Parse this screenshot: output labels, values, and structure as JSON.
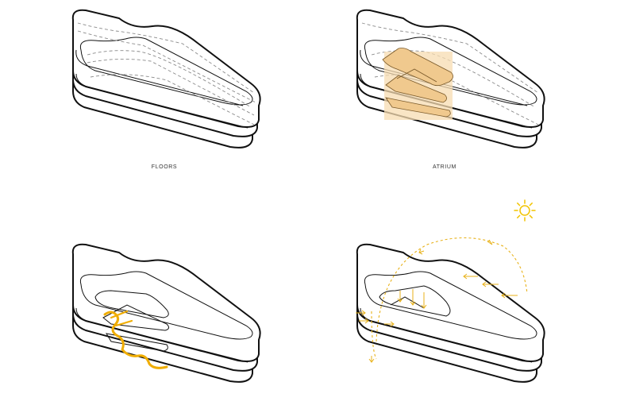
{
  "panels": [
    {
      "id": "floors",
      "caption": "FLOORS"
    },
    {
      "id": "atrium",
      "caption": "ATRIUM"
    },
    {
      "id": "circulation",
      "caption": ""
    },
    {
      "id": "environment",
      "caption": ""
    }
  ],
  "colors": {
    "outline": "#111111",
    "hidden_line": "#8a8a8a",
    "atrium_fill": "#f7dcb2",
    "atrium_fill_dark": "#f0c98e",
    "atrium_edge": "#d9a860",
    "path": "#f0ad00",
    "sun": "#f2c400",
    "airflow": "#e8b21a"
  },
  "icons": [
    "sun-icon",
    "airflow-arrow-icon"
  ]
}
